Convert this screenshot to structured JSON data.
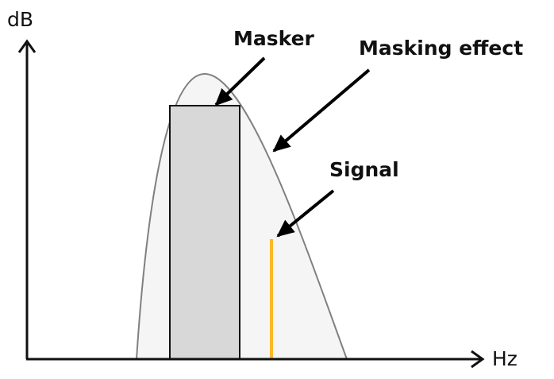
{
  "axes": {
    "y_label": "dB",
    "x_label": "Hz"
  },
  "annotations": {
    "masker": "Masker",
    "masking_effect": "Masking effect",
    "signal": "Signal"
  },
  "colors": {
    "curve_fill": "#f5f5f5",
    "curve_stroke": "#808080",
    "masker_fill": "#d8d8d8",
    "signal": "#fbb829",
    "axis": "#111111"
  }
}
